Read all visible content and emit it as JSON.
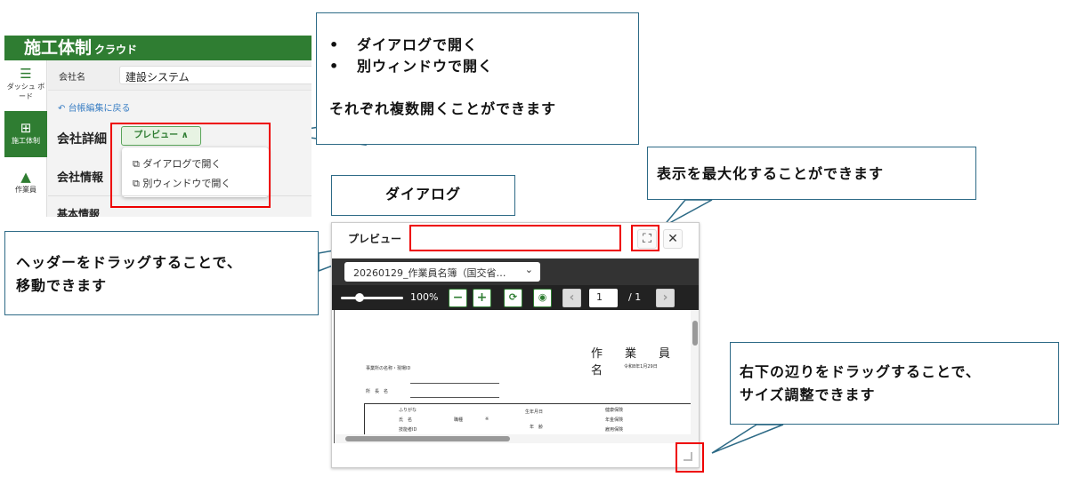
{
  "app": {
    "logo": "施工体制",
    "logo_sub": "クラウド",
    "sidebar": [
      {
        "label": "ダッシュ ボード",
        "icon": "checklist-icon"
      },
      {
        "label": "施工体制",
        "icon": "org-chart-icon"
      },
      {
        "label": "作業員",
        "icon": "hard-hat-icon"
      }
    ],
    "company_label": "会社名",
    "company_value": "建設システム",
    "back_link": "台帳編集に戻る",
    "detail_heading": "会社詳細",
    "preview_button": "プレビュー ∧",
    "menu": [
      "ダイアログで開く",
      "別ウィンドウで開く"
    ],
    "info_heading": "会社情報",
    "basic_heading": "基本情報"
  },
  "dialog": {
    "title": "プレビュー",
    "file": "20260129_作業員名簿（国交省…",
    "zoom": "100%",
    "page": "1",
    "page_total": "/ 1",
    "doc_title": "作　業　員　名",
    "doc_date": "令和8年1月29日",
    "doc_office": "事業所の名称・現場ID",
    "doc_manager": "所　長　名",
    "doc_cols": [
      "ふりがな",
      "氏　名",
      "技能者ID",
      "職種",
      "※",
      "生年月日",
      "年　齢",
      "健康保険",
      "年金保険",
      "雇用保険"
    ]
  },
  "callouts": {
    "open_modes": [
      "ダイアログで開く",
      "別ウィンドウで開く"
    ],
    "open_note": "それぞれ複数開くことができます",
    "dialog_label": "ダイアログ",
    "maximize": "表示を最大化することができます",
    "drag_header": [
      "ヘッダーをドラッグすることで、",
      "移動できます"
    ],
    "resize": [
      "右下の辺りをドラッグすることで、",
      "サイズ調整できます"
    ]
  },
  "colors": {
    "brand": "#2f7d32",
    "callout_border": "#2d6a86",
    "highlight": "#ee0000"
  }
}
